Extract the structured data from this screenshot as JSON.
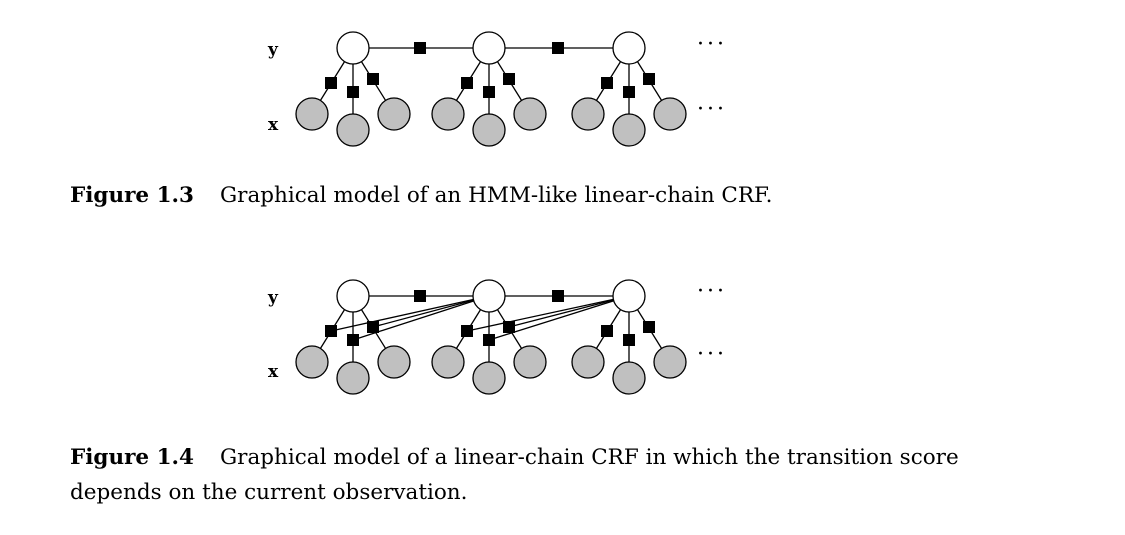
{
  "figure_1_3": {
    "label": "Figure 1.3",
    "caption": "Graphical model of an HMM-like linear-chain CRF.",
    "y_label": "y",
    "x_label": "x",
    "y_dots": "···",
    "x_dots": "···"
  },
  "figure_1_4": {
    "label": "Figure 1.4",
    "caption": "Graphical model of a linear-chain CRF in which the transition score depends on the current observation.",
    "y_label": "y",
    "x_label": "x",
    "y_dots": "···",
    "x_dots": "···"
  },
  "colors": {
    "observed_node": "#c0c0c0",
    "hidden_node": "#ffffff",
    "factor": "#000000",
    "edge": "#000000"
  }
}
